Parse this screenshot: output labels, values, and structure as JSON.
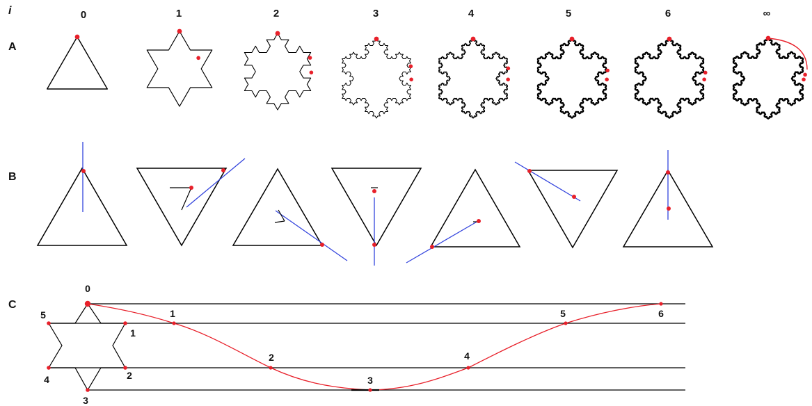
{
  "header": {
    "index_symbol": "i",
    "columns": [
      "0",
      "1",
      "2",
      "3",
      "4",
      "5",
      "6",
      "∞"
    ]
  },
  "rows": [
    "A",
    "B",
    "C"
  ],
  "row_c": {
    "star_labels": [
      "0",
      "1",
      "2",
      "3",
      "4",
      "5"
    ],
    "curve_labels": [
      "1",
      "2",
      "3",
      "4",
      "5",
      "6"
    ]
  },
  "colors": {
    "outline": "#000000",
    "marker": "#e8202a",
    "axis_line": "#3344dd",
    "curve": "#e8202a"
  }
}
